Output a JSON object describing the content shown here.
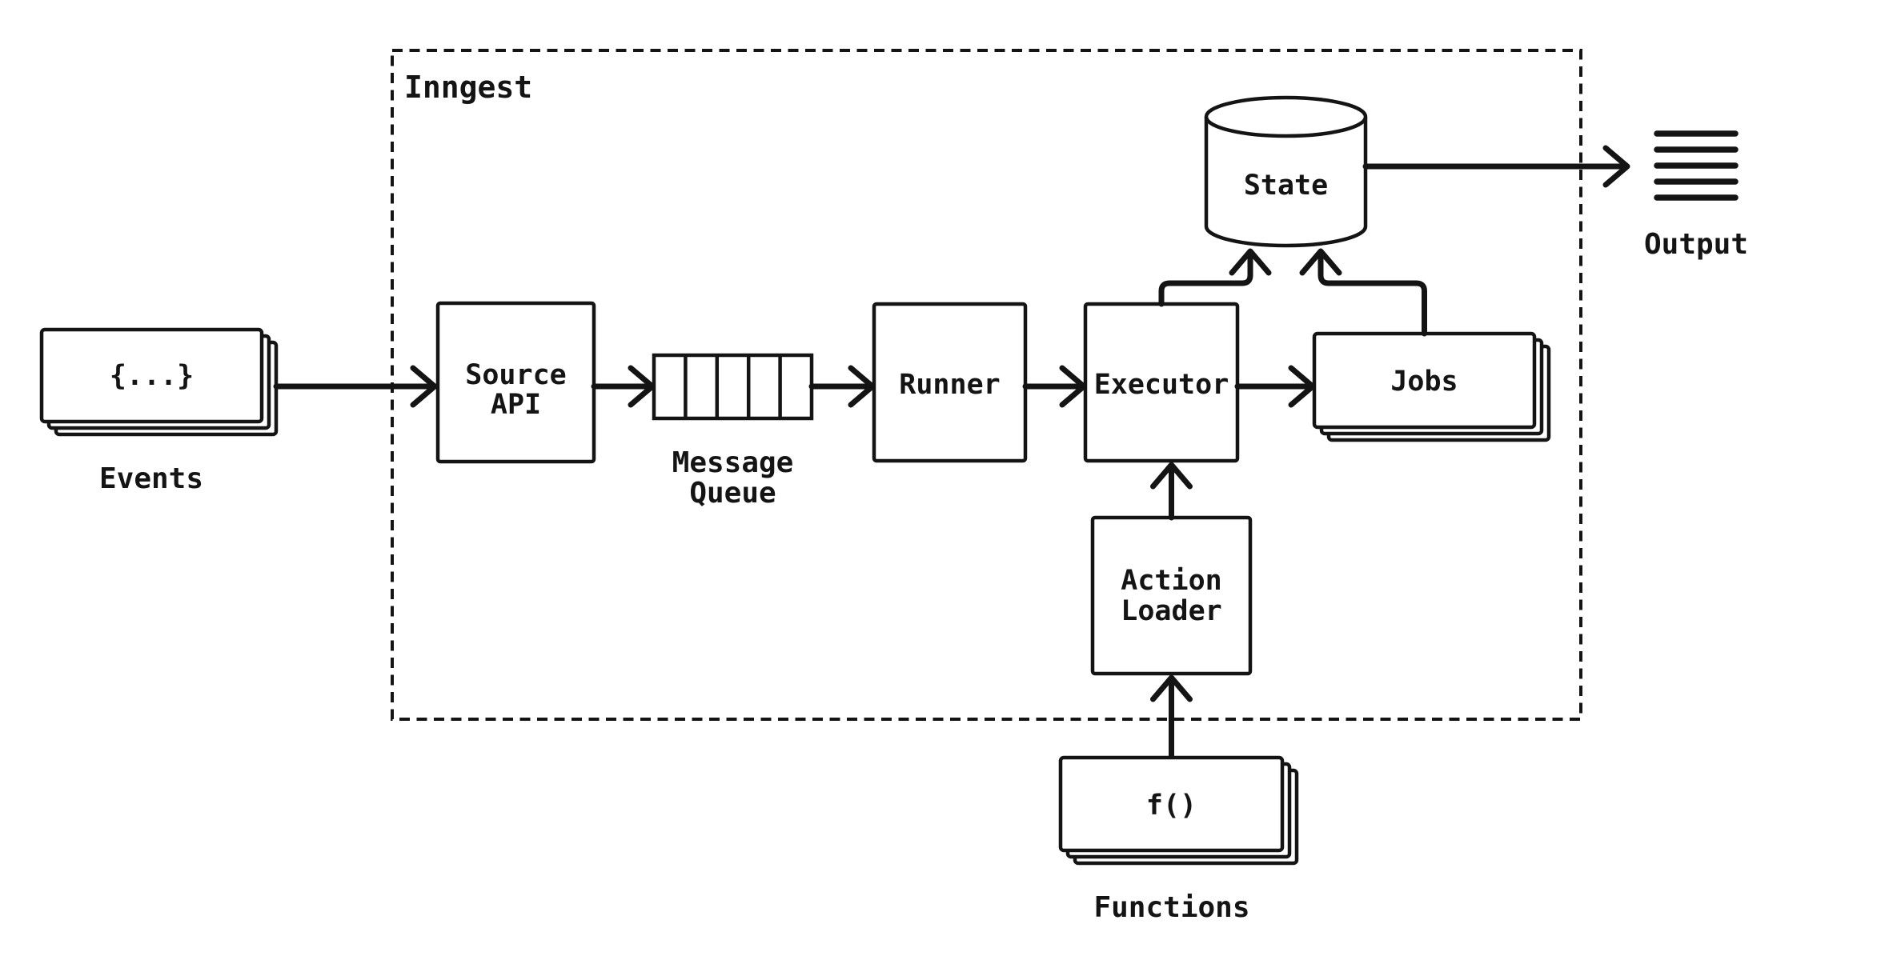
{
  "diagram_title": "Inngest",
  "container": {
    "label": "Inngest"
  },
  "nodes": {
    "events": {
      "type": "stacked-documents",
      "symbol": "{...}",
      "caption": "Events"
    },
    "source_api": {
      "type": "box",
      "label_line1": "Source",
      "label_line2": "API"
    },
    "message_queue": {
      "type": "queue",
      "cells": 5,
      "caption_line1": "Message",
      "caption_line2": "Queue"
    },
    "runner": {
      "type": "box",
      "label": "Runner"
    },
    "executor": {
      "type": "box",
      "label": "Executor"
    },
    "jobs": {
      "type": "stacked-documents",
      "label": "Jobs"
    },
    "state": {
      "type": "database-cylinder",
      "label": "State"
    },
    "action_loader": {
      "type": "box",
      "label_line1": "Action",
      "label_line2": "Loader"
    },
    "functions": {
      "type": "stacked-documents",
      "symbol": "f()",
      "caption": "Functions"
    },
    "output": {
      "type": "lines-icon",
      "caption": "Output"
    }
  },
  "edges": [
    {
      "from": "events",
      "to": "source_api"
    },
    {
      "from": "source_api",
      "to": "message_queue"
    },
    {
      "from": "message_queue",
      "to": "runner"
    },
    {
      "from": "runner",
      "to": "executor"
    },
    {
      "from": "executor",
      "to": "jobs"
    },
    {
      "from": "executor",
      "to": "state"
    },
    {
      "from": "jobs",
      "to": "state"
    },
    {
      "from": "state",
      "to": "output"
    },
    {
      "from": "action_loader",
      "to": "executor"
    },
    {
      "from": "functions",
      "to": "action_loader"
    }
  ],
  "colors": {
    "ink": "#141414",
    "background": "#ffffff"
  }
}
